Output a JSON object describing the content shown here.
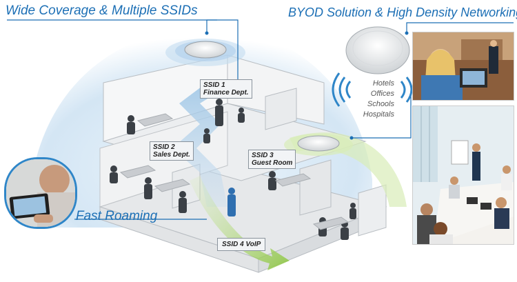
{
  "headings": {
    "wide_coverage": "Wide Coverage & Multiple SSIDs",
    "byod": "BYOD Solution & High Density Networking",
    "fast_roaming": "Fast Roaming"
  },
  "ssid_labels": {
    "ssid1_line1": "SSID 1",
    "ssid1_line2": "Finance Dept.",
    "ssid2_line1": "SSID 2",
    "ssid2_line2": "Sales Dept.",
    "ssid3_line1": "SSID 3",
    "ssid3_line2": "Guest Room",
    "ssid4": "SSID 4  VoIP"
  },
  "venues": [
    "Hotels",
    "Offices",
    "Schools",
    "Hospitals"
  ],
  "colors": {
    "heading_blue": "#1c6fb5",
    "coverage_sky": "#cfe3f3",
    "roaming_green": "#8cc63f",
    "ssid_blue": "#2f6fb0"
  }
}
